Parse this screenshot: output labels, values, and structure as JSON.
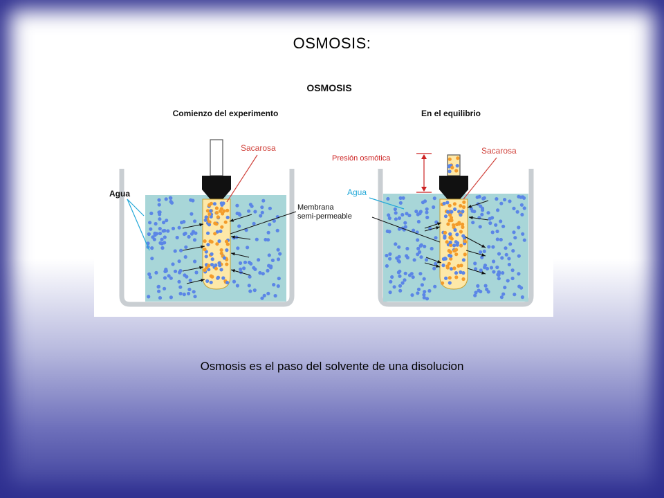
{
  "slide": {
    "title": "OSMOSIS:",
    "caption": "Osmosis es el paso del solvente de una disolucion"
  },
  "figure": {
    "title": "OSMOSIS",
    "left_heading": "Comienzo del experimento",
    "right_heading": "En el equilibrio",
    "label_water_left": "Agua",
    "label_sucrose_left": "Sacarosa",
    "label_membrane_line1": "Membrana",
    "label_membrane_line2": "semi-permeable",
    "label_pressure": "Presión osmótica",
    "label_sucrose_right": "Sacarosa",
    "label_water_right": "Agua"
  },
  "colors": {
    "water": "#a8d6d8",
    "solution": "#fde8a8",
    "solvent_dot": "#5b86e6",
    "solute_dot": "#f39c2b",
    "pressure_marker": "#cc2222",
    "slide_border": "#2e2f8f"
  }
}
